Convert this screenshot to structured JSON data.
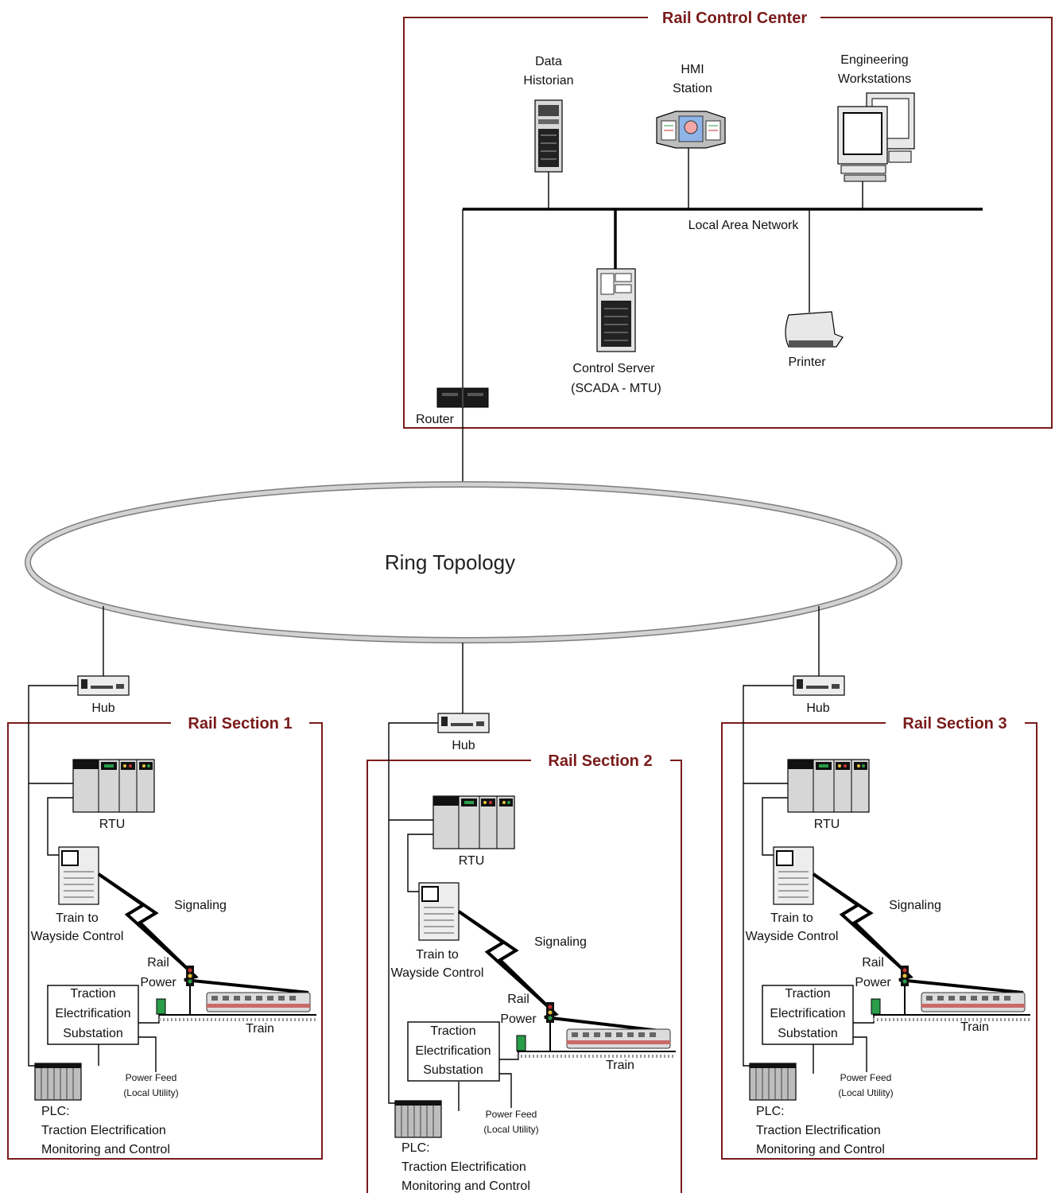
{
  "control_center": {
    "title": "Rail Control Center",
    "data_historian": [
      "Data",
      "Historian"
    ],
    "hmi_station": [
      "HMI",
      "Station"
    ],
    "engineering_workstations": [
      "Engineering",
      "Workstations"
    ],
    "lan": "Local Area Network",
    "control_server": [
      "Control Server",
      "(SCADA - MTU)"
    ],
    "printer": "Printer",
    "router": "Router"
  },
  "ring": {
    "label": "Ring Topology"
  },
  "sections": [
    {
      "title": "Rail Section 1",
      "hub": "Hub",
      "rtu": "RTU",
      "wayside": [
        "Train to",
        "Wayside Control"
      ],
      "signaling": "Signaling",
      "rail_power": [
        "Rail",
        "Power"
      ],
      "substation": [
        "Traction",
        "Electrification",
        "Substation"
      ],
      "train": "Train",
      "power_feed": [
        "Power Feed",
        "(Local Utility)"
      ],
      "plc": [
        "PLC:",
        "Traction Electrification",
        "Monitoring and Control"
      ]
    },
    {
      "title": "Rail Section 2",
      "hub": "Hub",
      "rtu": "RTU",
      "wayside": [
        "Train to",
        "Wayside Control"
      ],
      "signaling": "Signaling",
      "rail_power": [
        "Rail",
        "Power"
      ],
      "substation": [
        "Traction",
        "Electrification",
        "Substation"
      ],
      "train": "Train",
      "power_feed": [
        "Power Feed",
        "(Local Utility)"
      ],
      "plc": [
        "PLC:",
        "Traction Electrification",
        "Monitoring and Control"
      ]
    },
    {
      "title": "Rail Section 3",
      "hub": "Hub",
      "rtu": "RTU",
      "wayside": [
        "Train to",
        "Wayside Control"
      ],
      "signaling": "Signaling",
      "rail_power": [
        "Rail",
        "Power"
      ],
      "substation": [
        "Traction",
        "Electrification",
        "Substation"
      ],
      "train": "Train",
      "power_feed": [
        "Power Feed",
        "(Local Utility)"
      ],
      "plc": [
        "PLC:",
        "Traction Electrification",
        "Monitoring and Control"
      ]
    }
  ],
  "colors": {
    "frame": "#7a1b1b",
    "ring": "#c8c8c8",
    "train_stripe": "#c96a6a",
    "signal_green": "#2a9d4a"
  }
}
